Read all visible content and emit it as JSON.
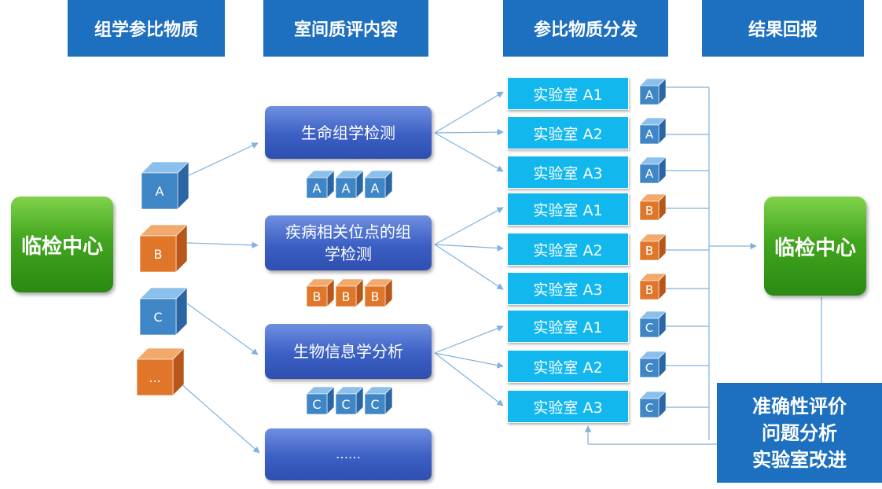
{
  "headers": [
    "组学参比物质",
    "室间质评内容",
    "参比物质分发",
    "结果回报"
  ],
  "center_left": "临检中心",
  "center_right": "临检中心",
  "materials": [
    {
      "label": "A",
      "color": "blue"
    },
    {
      "label": "B",
      "color": "orange"
    },
    {
      "label": "C",
      "color": "blue"
    },
    {
      "label": "...",
      "color": "orange"
    }
  ],
  "categories": [
    {
      "line1": "生命组学检测",
      "line2": ""
    },
    {
      "line1": "疾病相关位点的组",
      "line2": "学检测"
    },
    {
      "line1": "生物信息学分析",
      "line2": ""
    },
    {
      "line1": "……",
      "line2": ""
    }
  ],
  "category_cubes": [
    {
      "label": "A",
      "color": "blue"
    },
    {
      "label": "B",
      "color": "orange"
    },
    {
      "label": "C",
      "color": "blue"
    }
  ],
  "labs": [
    {
      "name": "实验室 A1",
      "cube": "A",
      "color": "blue"
    },
    {
      "name": "实验室 A2",
      "cube": "A",
      "color": "blue"
    },
    {
      "name": "实验室 A3",
      "cube": "A",
      "color": "blue"
    },
    {
      "name": "实验室 A1",
      "cube": "B",
      "color": "orange"
    },
    {
      "name": "实验室 A2",
      "cube": "B",
      "color": "orange"
    },
    {
      "name": "实验室 A3",
      "cube": "B",
      "color": "orange"
    },
    {
      "name": "实验室 A1",
      "cube": "C",
      "color": "blue"
    },
    {
      "name": "实验室 A2",
      "cube": "C",
      "color": "blue"
    },
    {
      "name": "实验室 A3",
      "cube": "C",
      "color": "blue"
    }
  ],
  "evaluation": [
    "准确性评价",
    "问题分析",
    "实验室改进"
  ],
  "colors": {
    "header": "#1d6fc0",
    "lab": "#12b7ee",
    "green": "#42a51e",
    "cube_blue": "#3f86c6",
    "cube_orange": "#e0762a",
    "line": "#7fb2dc"
  }
}
